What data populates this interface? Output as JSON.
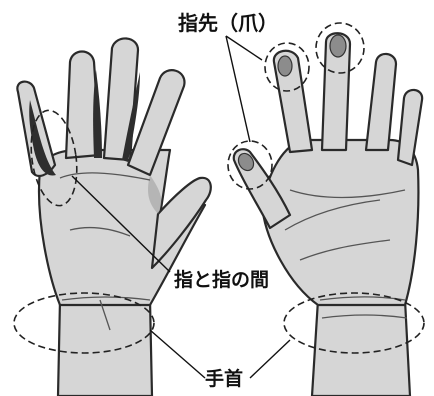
{
  "labels": {
    "fingertip": "指先（爪）",
    "between_fingers": "指と指の間",
    "wrist": "手首"
  },
  "colors": {
    "skin": "#d6d6d6",
    "outline": "#2a2a2a",
    "annotation": "#111111"
  }
}
